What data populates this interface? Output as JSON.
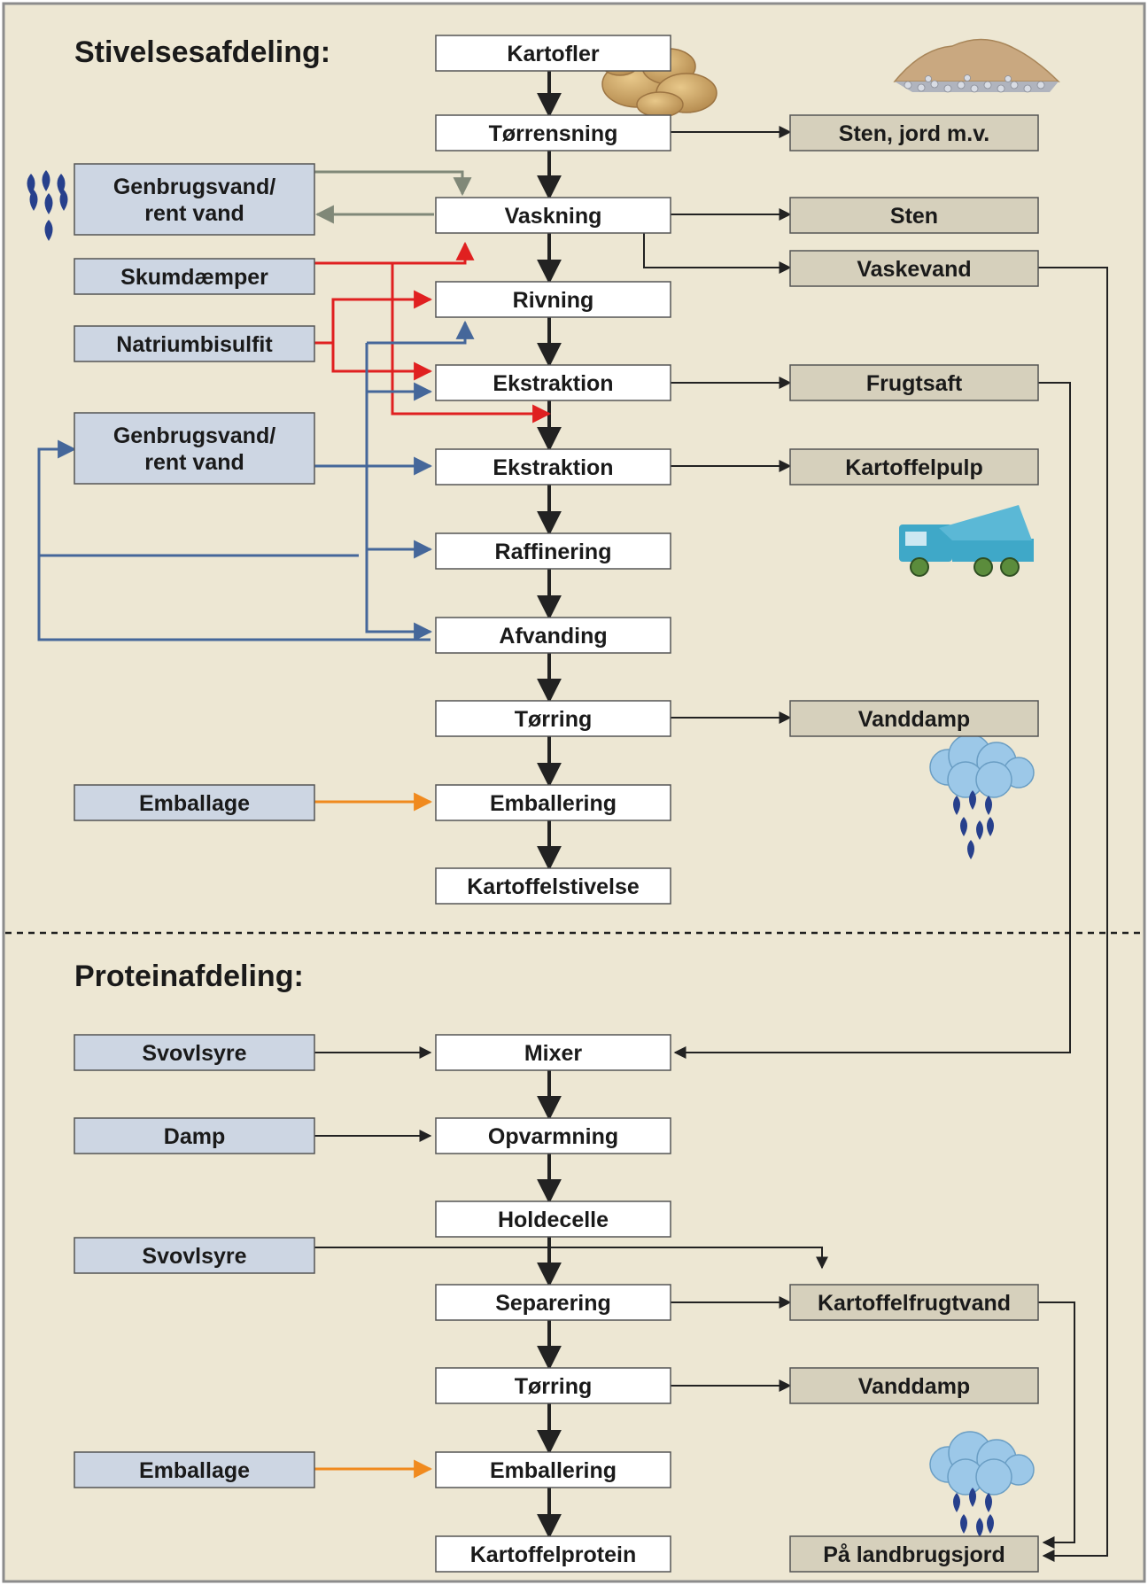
{
  "colors": {
    "background": "#EDE7D3",
    "frame": "#8C8C8C",
    "process_box": "#FFFFFF",
    "input_box": "#CDD6E3",
    "output_box": "#D6D0BC",
    "flow_arrow": "#222222",
    "water_line": "#45679A",
    "chemical_line": "#E02020",
    "packaging_line": "#F08A1E",
    "return_line": "#808878"
  },
  "sections": {
    "starch_title": "Stivelsesafdeling:",
    "protein_title": "Proteinafdeling:"
  },
  "starch_process": [
    "Kartofler",
    "Tørrensning",
    "Vaskning",
    "Rivning",
    "Ekstraktion",
    "Ekstraktion",
    "Raffinering",
    "Afvanding",
    "Tørring",
    "Emballering",
    "Kartoffelstivelse"
  ],
  "starch_inputs": [
    "Genbrugsvand/\nrent vand",
    "Skumdæmper",
    "Natriumbisulfit",
    "Genbrugsvand/\nrent vand",
    "Emballage"
  ],
  "starch_outputs": [
    "Sten, jord m.v.",
    "Sten",
    "Vaskevand",
    "Frugtsaft",
    "Kartoffelpulp",
    "Vanddamp"
  ],
  "protein_process": [
    "Mixer",
    "Opvarmning",
    "Holdecelle",
    "Separering",
    "Tørring",
    "Emballering",
    "Kartoffelprotein"
  ],
  "protein_inputs": [
    "Svovlsyre",
    "Damp",
    "Svovlsyre",
    "Emballage"
  ],
  "protein_outputs": [
    "Kartoffelfrugtvand",
    "Vanddamp",
    "På landbrugsjord"
  ],
  "icons": [
    "potatoes-icon",
    "stone-pile-icon",
    "water-drops-icon",
    "truck-icon",
    "rain-cloud-icon",
    "rain-cloud-icon"
  ]
}
